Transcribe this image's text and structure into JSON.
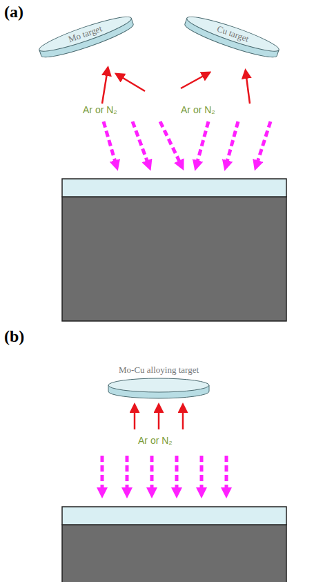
{
  "diagram": {
    "nodes": [
      {
        "text": [
          "Mo target"
        ]
      },
      {
        "text": [
          "Cu target"
        ]
      },
      {
        "text": [
          "Mo-Cu  alloying target"
        ]
      }
    ],
    "labels": [
      "(a)",
      "Ar or N₂",
      "Ar or N₂",
      "(b)",
      "Ar or N₂"
    ]
  }
}
